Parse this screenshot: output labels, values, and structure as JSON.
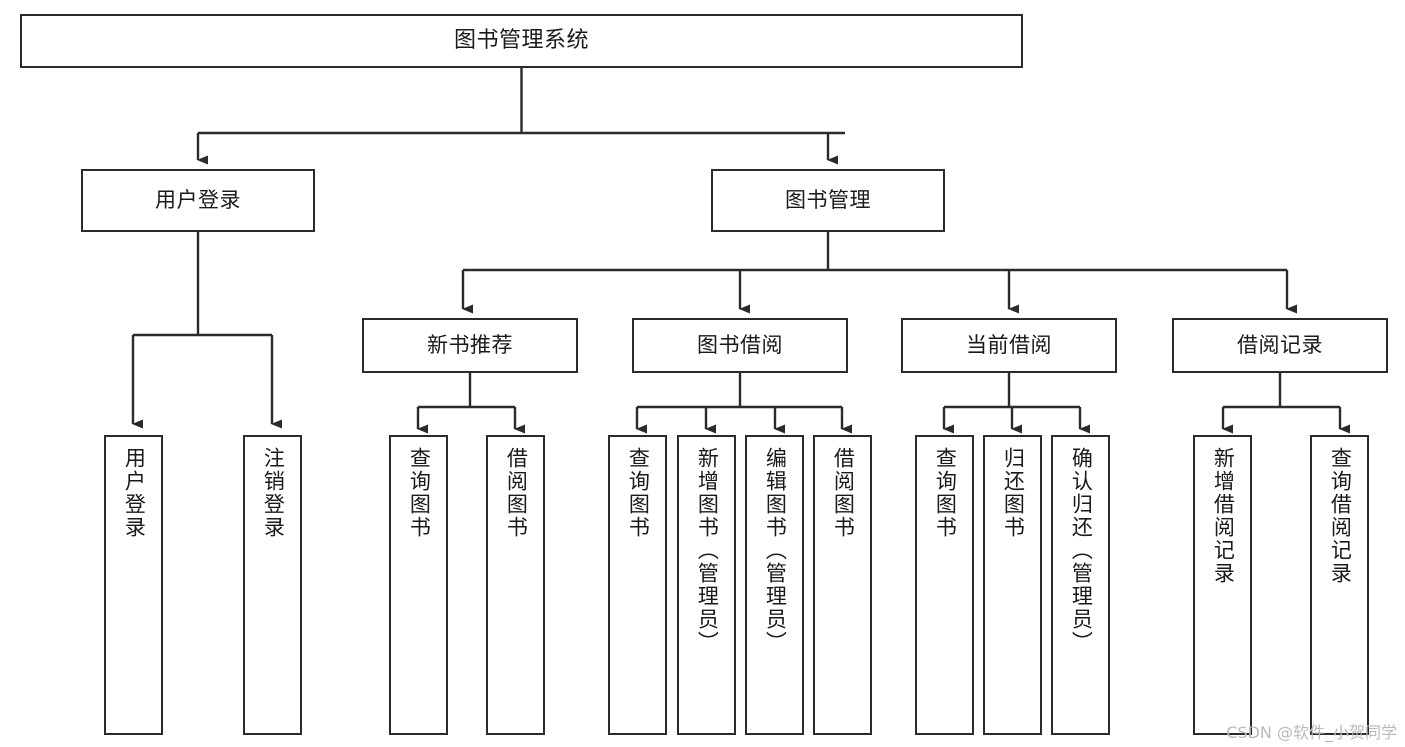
{
  "diagram": {
    "title": "图书管理系统",
    "type": "tree-hierarchy",
    "stroke_color": "#2b2b2b",
    "fill_color": "#ffffff",
    "text_color": "#1a1a1a"
  },
  "nodes": {
    "root": {
      "label": "图书管理系统"
    },
    "level1": [
      {
        "label": "用户登录"
      },
      {
        "label": "图书管理"
      }
    ],
    "level2": [
      {
        "label": "新书推荐"
      },
      {
        "label": "图书借阅"
      },
      {
        "label": "当前借阅"
      },
      {
        "label": "借阅记录"
      }
    ],
    "leaves": {
      "user_login": [
        {
          "label": "用户登录"
        },
        {
          "label": "注销登录"
        }
      ],
      "new_book_recommend": [
        {
          "label": "查询图书"
        },
        {
          "label": "借阅图书"
        }
      ],
      "book_borrow": [
        {
          "label": "查询图书"
        },
        {
          "label": "新增图书（管理员）"
        },
        {
          "label": "编辑图书（管理员）"
        },
        {
          "label": "借阅图书"
        }
      ],
      "current_borrow": [
        {
          "label": "查询图书"
        },
        {
          "label": "归还图书"
        },
        {
          "label": "确认归还（管理员）"
        }
      ],
      "borrow_record": [
        {
          "label": "新增借阅记录"
        },
        {
          "label": "查询借阅记录"
        }
      ]
    }
  },
  "watermark": {
    "text": "CSDN @软件_小贺同学"
  }
}
